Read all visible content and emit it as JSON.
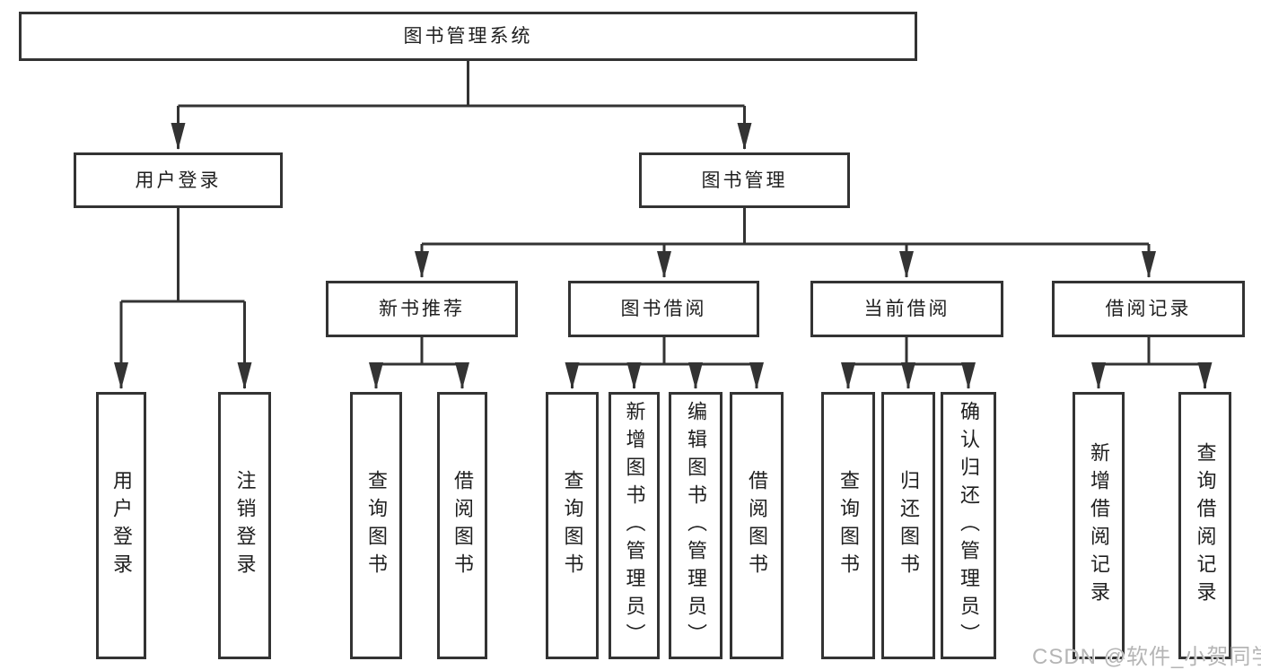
{
  "tree": {
    "label": "图书管理系统",
    "children": [
      {
        "label": "用户登录",
        "children": [
          {
            "label": "用户登录"
          },
          {
            "label": "注销登录"
          }
        ]
      },
      {
        "label": "图书管理",
        "children": [
          {
            "label": "新书推荐",
            "children": [
              {
                "label": "查询图书"
              },
              {
                "label": "借阅图书"
              }
            ]
          },
          {
            "label": "图书借阅",
            "children": [
              {
                "label": "查询图书"
              },
              {
                "label": "新增图书（管理员）"
              },
              {
                "label": "编辑图书（管理员）"
              },
              {
                "label": "借阅图书"
              }
            ]
          },
          {
            "label": "当前借阅",
            "children": [
              {
                "label": "查询图书"
              },
              {
                "label": "归还图书"
              },
              {
                "label": "确认归还（管理员）"
              }
            ]
          },
          {
            "label": "借阅记录",
            "children": [
              {
                "label": "新增借阅记录"
              },
              {
                "label": "查询借阅记录"
              }
            ]
          }
        ]
      }
    ]
  },
  "watermark": {
    "text": "CSDN @软件_小贺同学"
  },
  "colors": {
    "line": "#333333",
    "box_border": "#333333",
    "box_fill": "#ffffff",
    "text": "#1f1f1f",
    "watermark": "#b5b5b5"
  }
}
